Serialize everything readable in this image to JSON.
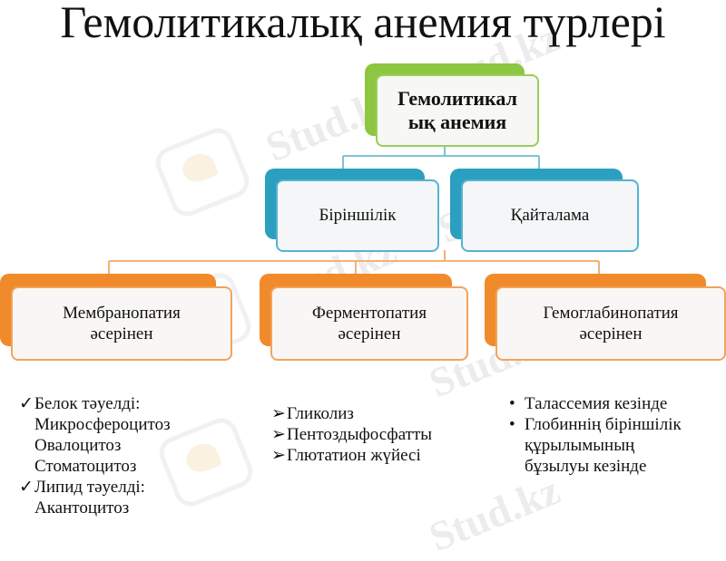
{
  "title": "Гемолитикалық анемия түрлері",
  "watermark": "Stud.kz",
  "root": {
    "line1": "Гемолитикал",
    "line2": "ық анемия"
  },
  "level1": [
    {
      "label": "Біріншілік"
    },
    {
      "label": "Қайталама"
    }
  ],
  "level2": [
    {
      "line1": "Мембранопатия",
      "line2": "әсерінен"
    },
    {
      "line1": "Ферментопатия",
      "line2": "әсерінен"
    },
    {
      "line1": "Гемоглабинопатия",
      "line2": "әсерінен"
    }
  ],
  "lists": {
    "membrane": [
      "Белок тәуелді:",
      "Микросфероцитоз",
      "Овалоцитоз",
      "Стоматоцитоз",
      "Липид тәуелді:",
      "Акантоцитоз"
    ],
    "enzyme": [
      "Гликолиз",
      "Пентоздыфосфатты",
      "Глютатион жүйесі"
    ],
    "hemoglobin": [
      "Талассемия кезінде",
      "Глобиннің біріншілік",
      "құрылымының",
      "бұзылуы кезінде"
    ]
  },
  "bullets": {
    "check": "✓",
    "arrow": "➢",
    "dot": "•"
  },
  "colors": {
    "green": "#8dc640",
    "blue": "#2a9fbf",
    "orange": "#f08a2a"
  }
}
